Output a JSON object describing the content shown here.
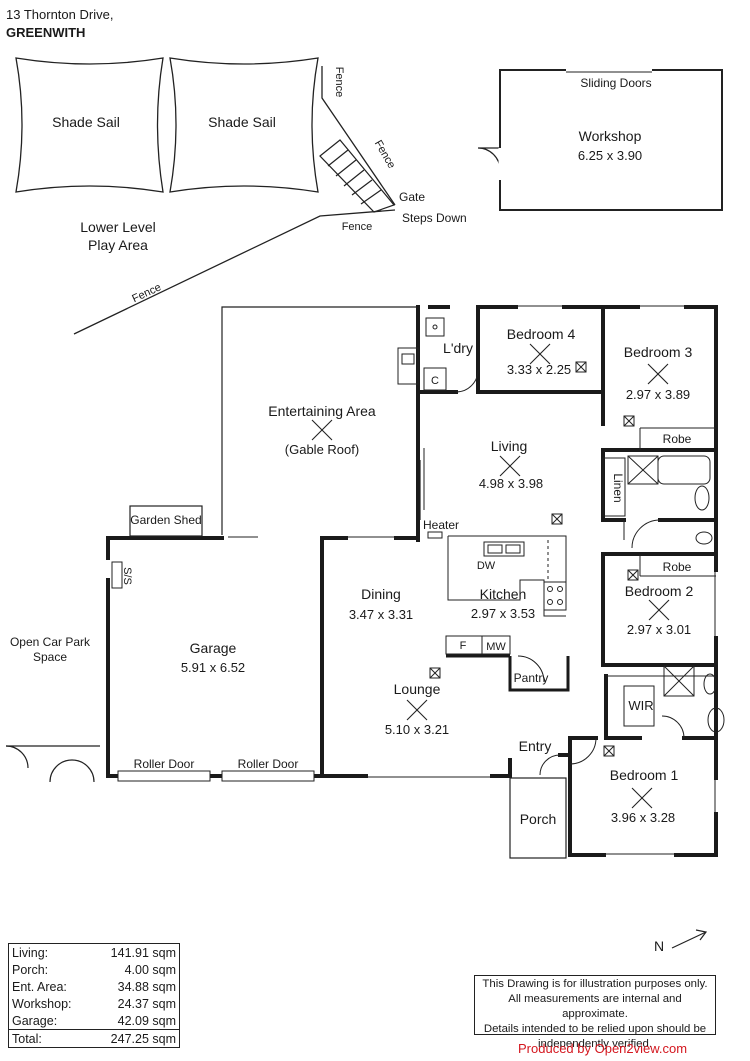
{
  "header": {
    "address_line": "13 Thornton Drive,",
    "suburb": "GREENWITH"
  },
  "labels": {
    "shade_sail": "Shade Sail",
    "lower_level_1": "Lower Level",
    "lower_level_2": "Play Area",
    "fence": "Fence",
    "gate": "Gate",
    "steps_down": "Steps Down",
    "sliding_doors": "Sliding Doors",
    "workshop": "Workshop",
    "workshop_dim": "6.25 x 3.90",
    "bedroom4": "Bedroom 4",
    "bedroom4_dim": "3.33 x 2.25",
    "bedroom3": "Bedroom 3",
    "bedroom3_dim": "2.97 x 3.89",
    "laundry": "L'dry",
    "cupboard": "C",
    "entertaining": "Entertaining Area",
    "gable_roof": "(Gable Roof)",
    "living": "Living",
    "living_dim": "4.98 x 3.98",
    "robe": "Robe",
    "linen": "Linen",
    "heater": "Heater",
    "garden_shed": "Garden Shed",
    "ss": "S/S",
    "garage": "Garage",
    "garage_dim": "5.91 x 6.52",
    "open_car_park_1": "Open Car Park",
    "open_car_park_2": "Space",
    "dining": "Dining",
    "dining_dim": "3.47 x 3.31",
    "dw": "DW",
    "kitchen": "Kitchen",
    "kitchen_dim": "2.97 x 3.53",
    "fridge": "F",
    "mw": "MW",
    "pantry": "Pantry",
    "bedroom2": "Bedroom 2",
    "bedroom2_dim": "2.97 x 3.01",
    "lounge": "Lounge",
    "lounge_dim": "5.10 x 3.21",
    "wir": "WIR",
    "entry": "Entry",
    "bedroom1": "Bedroom 1",
    "bedroom1_dim": "3.96 x 3.28",
    "porch": "Porch",
    "roller_door": "Roller Door"
  },
  "areas": [
    {
      "label": "Living:",
      "value": "141.91 sqm"
    },
    {
      "label": "Porch:",
      "value": "4.00 sqm"
    },
    {
      "label": "Ent. Area:",
      "value": "34.88 sqm"
    },
    {
      "label": "Workshop:",
      "value": "24.37 sqm"
    },
    {
      "label": "Garage:",
      "value": "42.09 sqm"
    },
    {
      "label": "Total:",
      "value": "247.25 sqm"
    }
  ],
  "north_label": "N",
  "disclaimer": [
    "This Drawing is for illustration purposes only.",
    "All measurements are internal and  approximate.",
    "Details intended to be relied upon should be",
    "independently verified."
  ],
  "produced_by": "Produced by Open2view.com",
  "colors": {
    "wall": "#1a1a1a",
    "credit": "#d4171f"
  }
}
